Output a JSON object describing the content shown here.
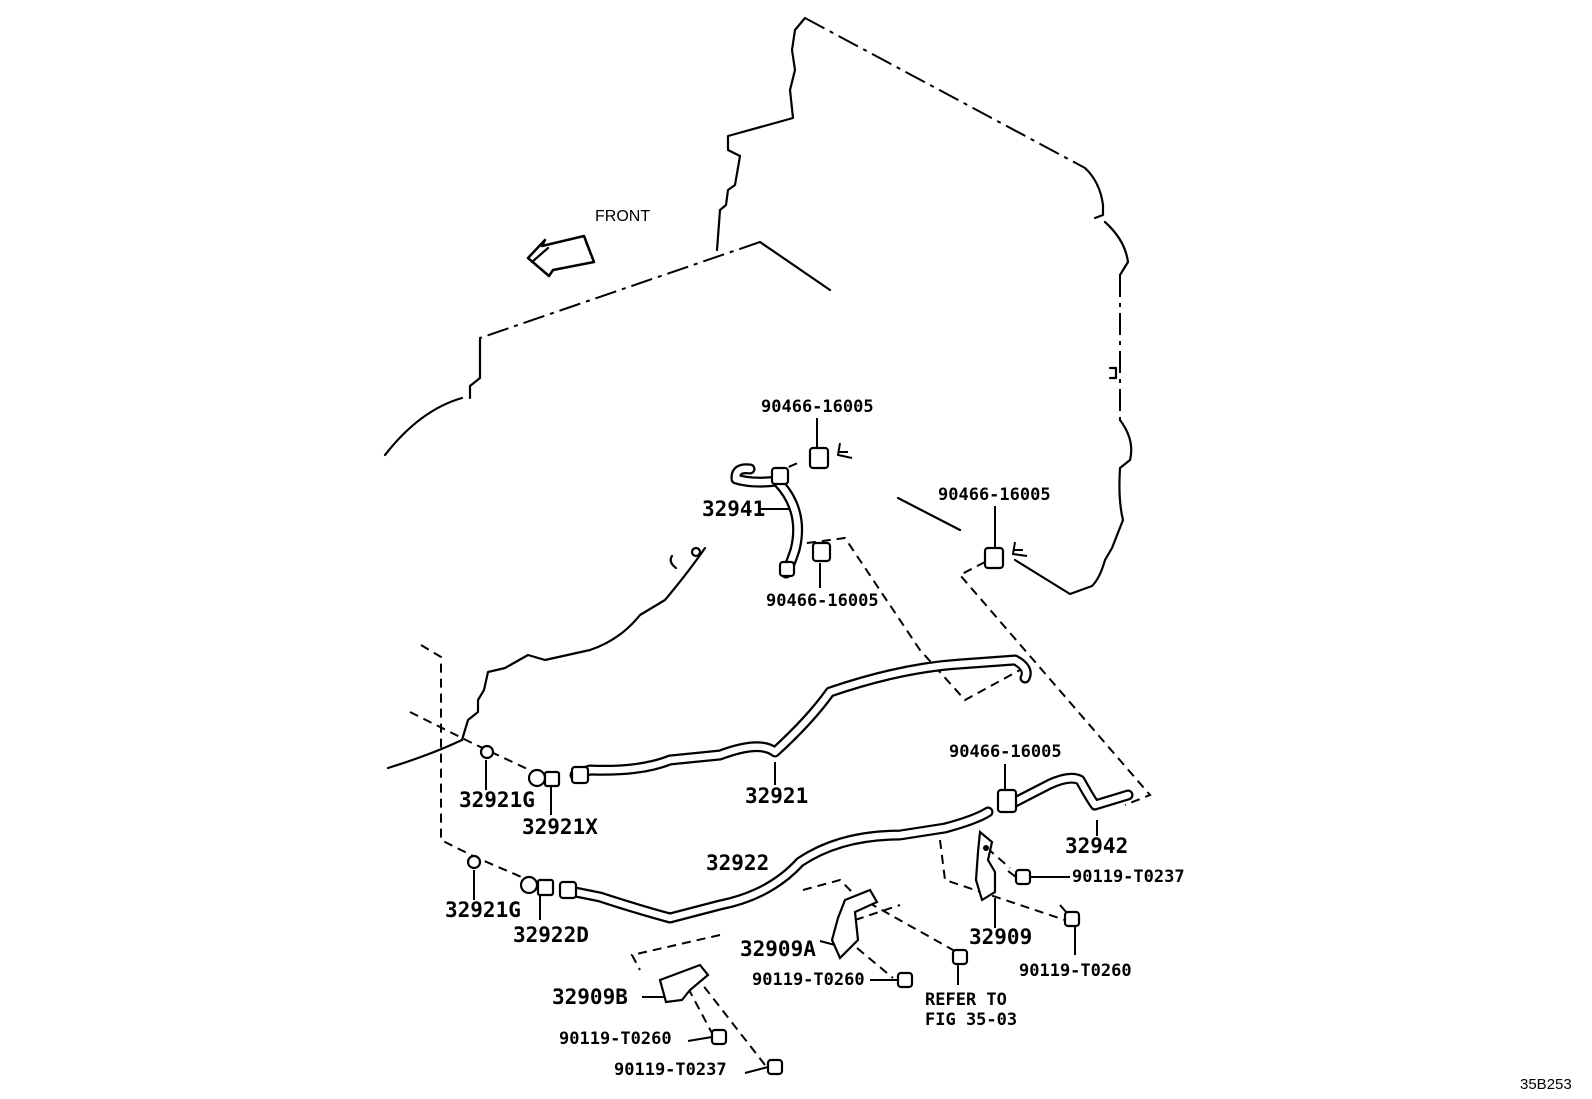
{
  "direction": {
    "label": "FRONT",
    "icon": "front-arrow-icon"
  },
  "parts": {
    "clip_top": "90466-16005",
    "clip_mid": "90466-16005",
    "clip_right": "90466-16005",
    "clip_lower": "90466-16005",
    "hose_upper": "32941",
    "hose_lower": "32942",
    "tube_32921": "32921",
    "tube_32922": "32922",
    "gasket_upper": "32921G",
    "gasket_lower": "32921G",
    "union_32921X": "32921X",
    "union_32922D": "32922D",
    "bracket_32909": "32909",
    "bracket_32909A": "32909A",
    "bracket_32909B": "32909B",
    "bolt_right_t0237": "90119-T0237",
    "bolt_right_t0260": "90119-T0260",
    "bolt_mid_t0260": "90119-T0260",
    "bolt_left_t0260": "90119-T0260",
    "bolt_left_t0237": "90119-T0237",
    "refer_line1": "REFER TO",
    "refer_line2": "FIG 35-03"
  },
  "figure_code": "35B253"
}
